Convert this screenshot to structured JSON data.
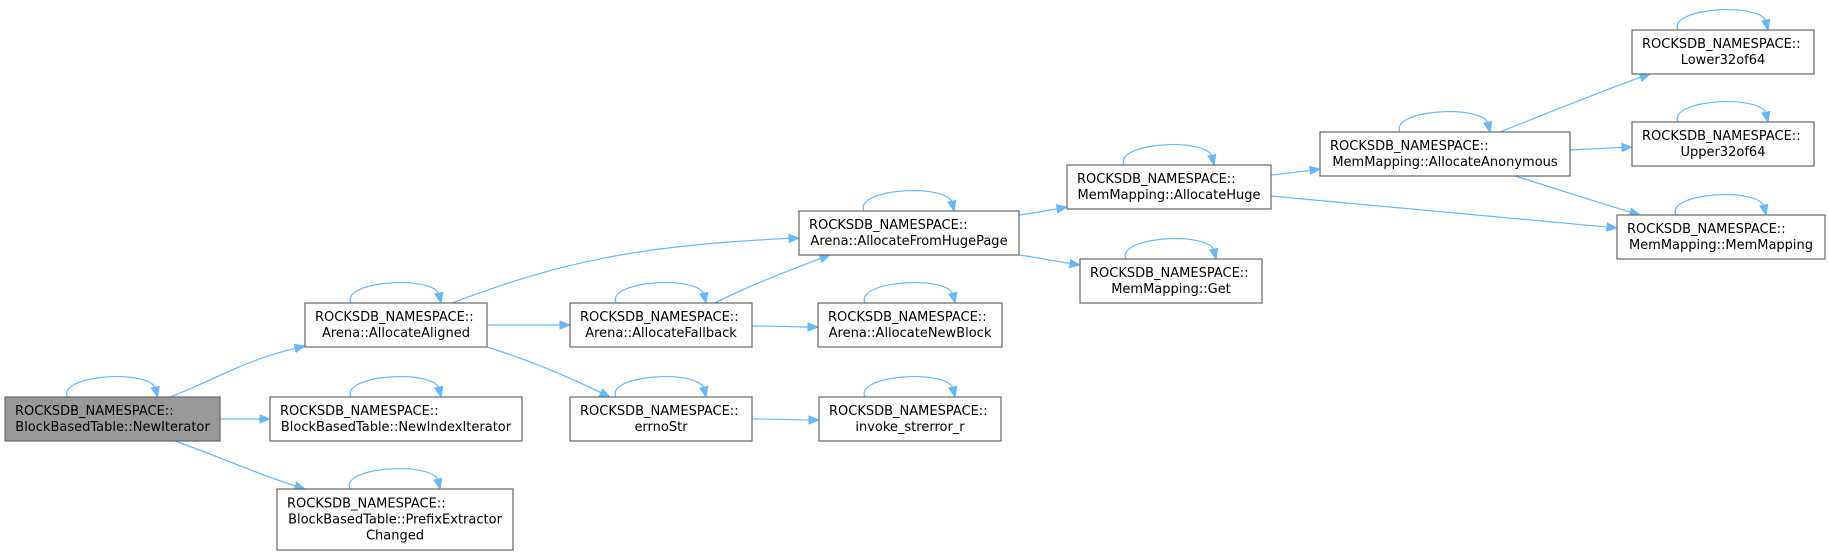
{
  "graph": {
    "edge_color": "#63b8ff",
    "node_border_color": "#666666",
    "root_fill_color": "#999999",
    "nodes": [
      {
        "id": "new_iterator",
        "lines": [
          "ROCKSDB_NAMESPACE::",
          "BlockBasedTable::NewIterator"
        ],
        "root": true
      },
      {
        "id": "allocate_aligned",
        "lines": [
          "ROCKSDB_NAMESPACE::",
          "Arena::AllocateAligned"
        ]
      },
      {
        "id": "new_index_iterator",
        "lines": [
          "ROCKSDB_NAMESPACE::",
          "BlockBasedTable::NewIndexIterator"
        ]
      },
      {
        "id": "prefix_extractor_changed",
        "lines": [
          "ROCKSDB_NAMESPACE::",
          "BlockBasedTable::PrefixExtractor",
          "Changed"
        ]
      },
      {
        "id": "allocate_from_huge_page",
        "lines": [
          "ROCKSDB_NAMESPACE::",
          "Arena::AllocateFromHugePage"
        ]
      },
      {
        "id": "allocate_fallback",
        "lines": [
          "ROCKSDB_NAMESPACE::",
          "Arena::AllocateFallback"
        ]
      },
      {
        "id": "errno_str",
        "lines": [
          "ROCKSDB_NAMESPACE::",
          "errnoStr"
        ]
      },
      {
        "id": "allocate_new_block",
        "lines": [
          "ROCKSDB_NAMESPACE::",
          "Arena::AllocateNewBlock"
        ]
      },
      {
        "id": "invoke_strerror_r",
        "lines": [
          "ROCKSDB_NAMESPACE::",
          "invoke_strerror_r"
        ]
      },
      {
        "id": "mm_allocate_huge",
        "lines": [
          "ROCKSDB_NAMESPACE::",
          "MemMapping::AllocateHuge"
        ]
      },
      {
        "id": "mm_get",
        "lines": [
          "ROCKSDB_NAMESPACE::",
          "MemMapping::Get"
        ]
      },
      {
        "id": "mm_allocate_anonymous",
        "lines": [
          "ROCKSDB_NAMESPACE::",
          "MemMapping::AllocateAnonymous"
        ]
      },
      {
        "id": "lower32of64",
        "lines": [
          "ROCKSDB_NAMESPACE::",
          "Lower32of64"
        ]
      },
      {
        "id": "upper32of64",
        "lines": [
          "ROCKSDB_NAMESPACE::",
          "Upper32of64"
        ]
      },
      {
        "id": "mm_memmapping",
        "lines": [
          "ROCKSDB_NAMESPACE::",
          "MemMapping::MemMapping"
        ]
      }
    ],
    "edges": [
      [
        "new_iterator",
        "allocate_aligned"
      ],
      [
        "new_iterator",
        "new_index_iterator"
      ],
      [
        "new_iterator",
        "prefix_extractor_changed"
      ],
      [
        "allocate_aligned",
        "allocate_from_huge_page"
      ],
      [
        "allocate_aligned",
        "allocate_fallback"
      ],
      [
        "allocate_aligned",
        "errno_str"
      ],
      [
        "allocate_fallback",
        "allocate_from_huge_page"
      ],
      [
        "allocate_fallback",
        "allocate_new_block"
      ],
      [
        "errno_str",
        "invoke_strerror_r"
      ],
      [
        "allocate_from_huge_page",
        "mm_allocate_huge"
      ],
      [
        "allocate_from_huge_page",
        "mm_get"
      ],
      [
        "mm_allocate_huge",
        "mm_allocate_anonymous"
      ],
      [
        "mm_allocate_huge",
        "mm_memmapping"
      ],
      [
        "mm_allocate_anonymous",
        "lower32of64"
      ],
      [
        "mm_allocate_anonymous",
        "upper32of64"
      ],
      [
        "mm_allocate_anonymous",
        "mm_memmapping"
      ]
    ],
    "self_loops": [
      "new_iterator",
      "allocate_aligned",
      "new_index_iterator",
      "prefix_extractor_changed",
      "allocate_from_huge_page",
      "allocate_fallback",
      "errno_str",
      "allocate_new_block",
      "invoke_strerror_r",
      "mm_allocate_huge",
      "mm_get",
      "mm_allocate_anonymous",
      "lower32of64",
      "upper32of64",
      "mm_memmapping"
    ]
  }
}
